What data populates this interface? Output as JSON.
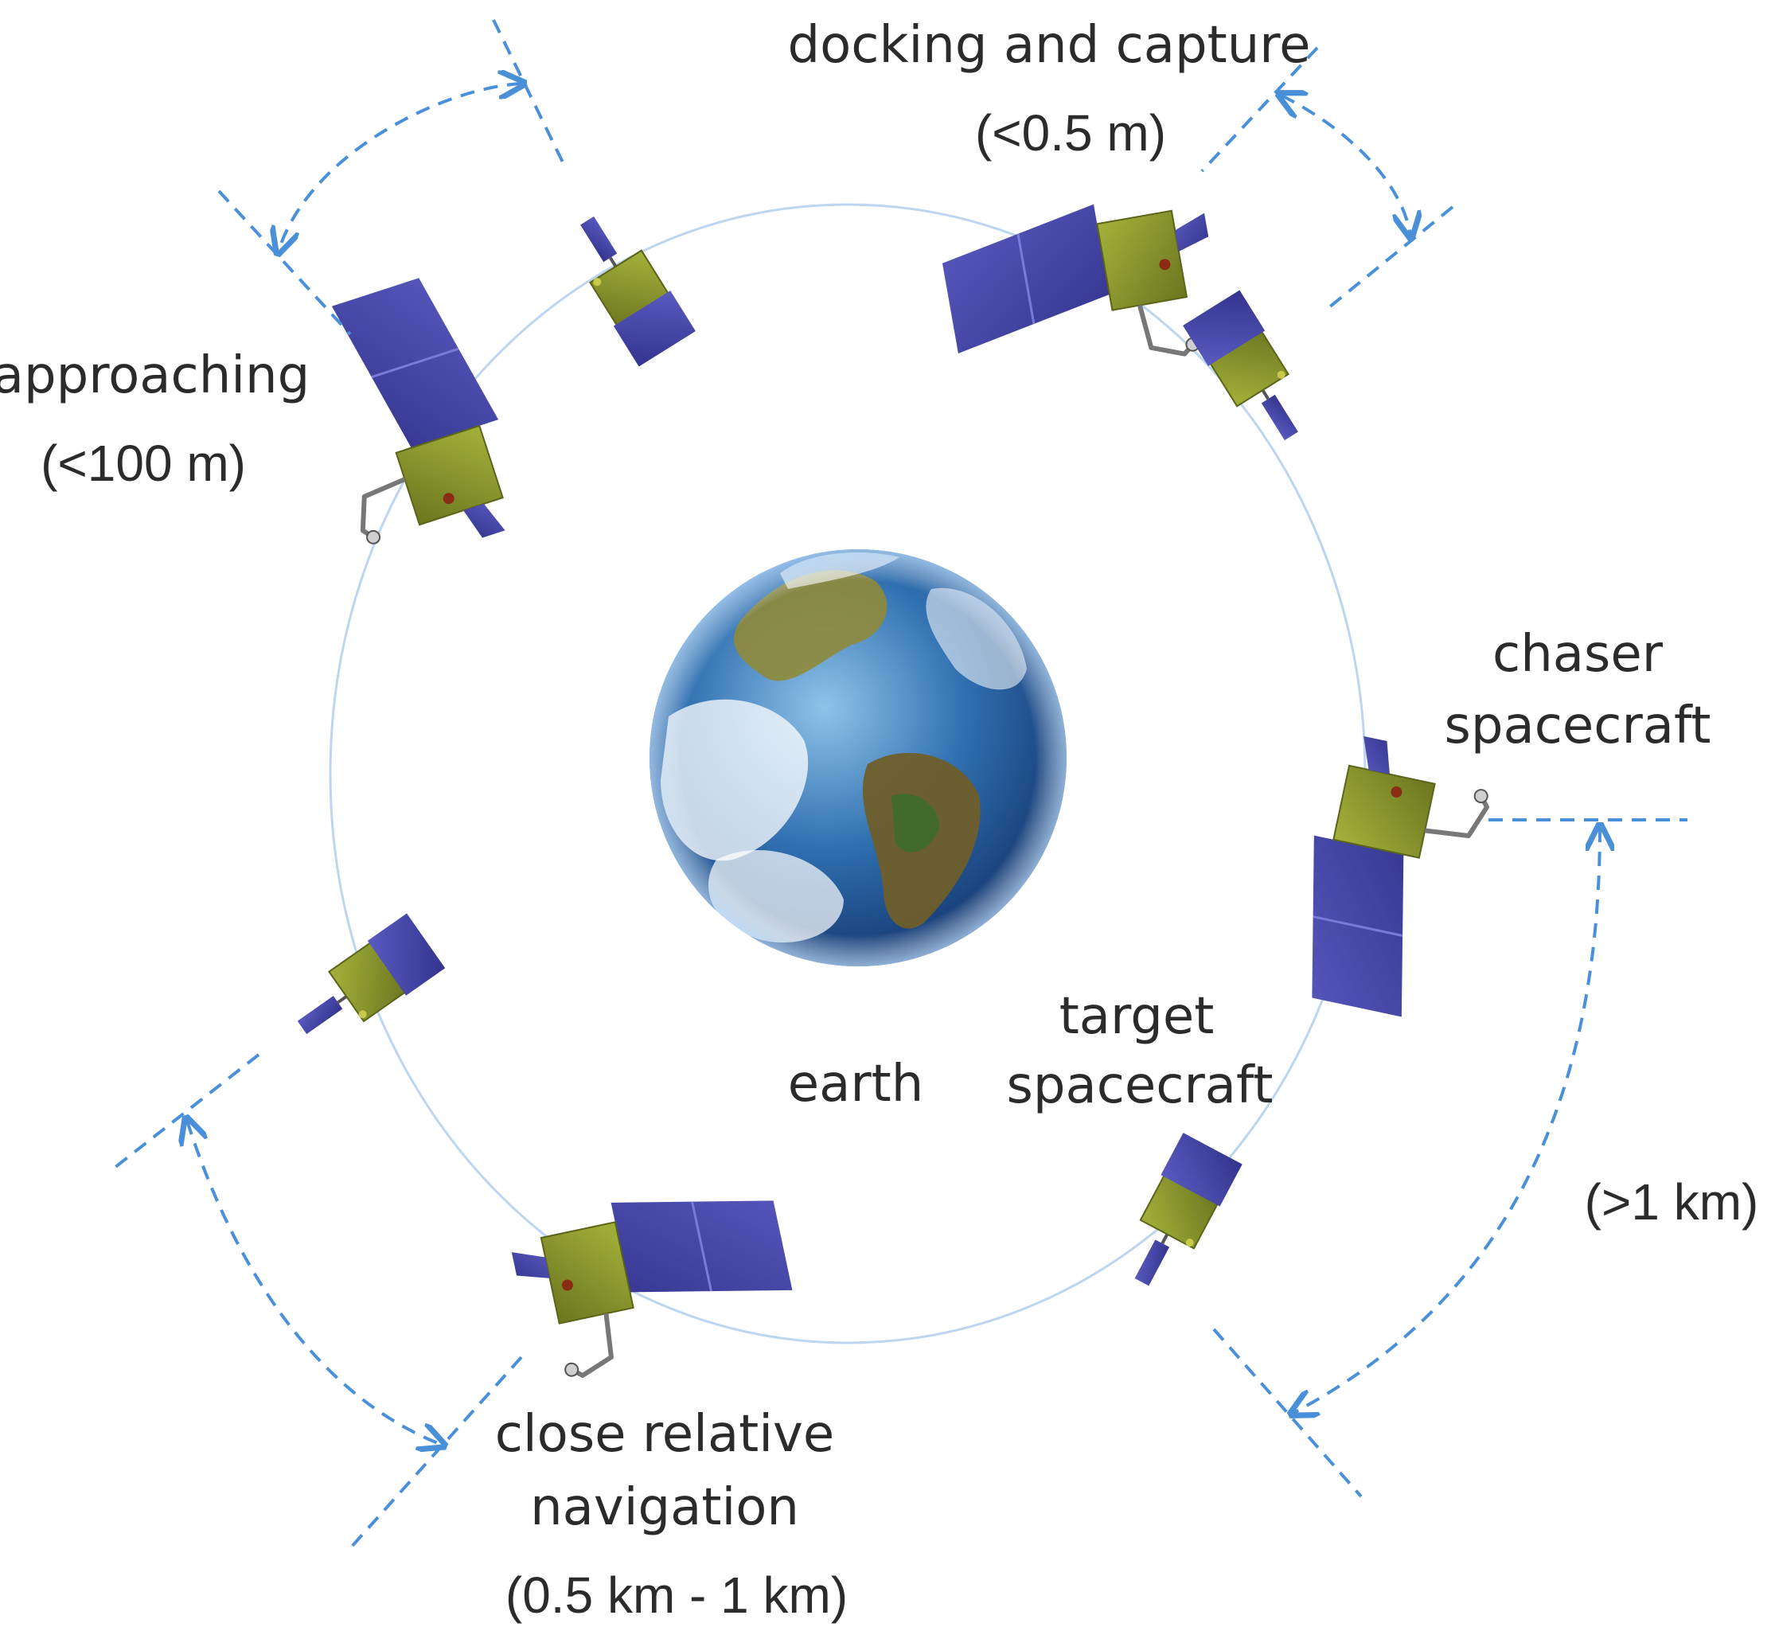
{
  "labels": {
    "docking": "docking and capture",
    "docking_range": "(<0.5 m)",
    "approaching": "approaching",
    "approaching_range": "(<100 m)",
    "chaser_1": "chaser",
    "chaser_2": "spacecraft",
    "target_1": "target",
    "target_2": "spacecraft",
    "earth": "earth",
    "far_range": "(>1 km)",
    "close_1": "close relative",
    "close_2": "navigation",
    "close_range": "(0.5 km - 1 km)"
  },
  "colors": {
    "orbit": "#bcd6ef",
    "dashed_arrow": "#4a90d9",
    "panel": "#4a4aa8",
    "bus": "#8c9a2c",
    "text": "#2b2b2b"
  },
  "icons": [
    "earth-globe-icon",
    "spacecraft-icon",
    "solar-panel-icon",
    "robotic-arm-icon"
  ]
}
